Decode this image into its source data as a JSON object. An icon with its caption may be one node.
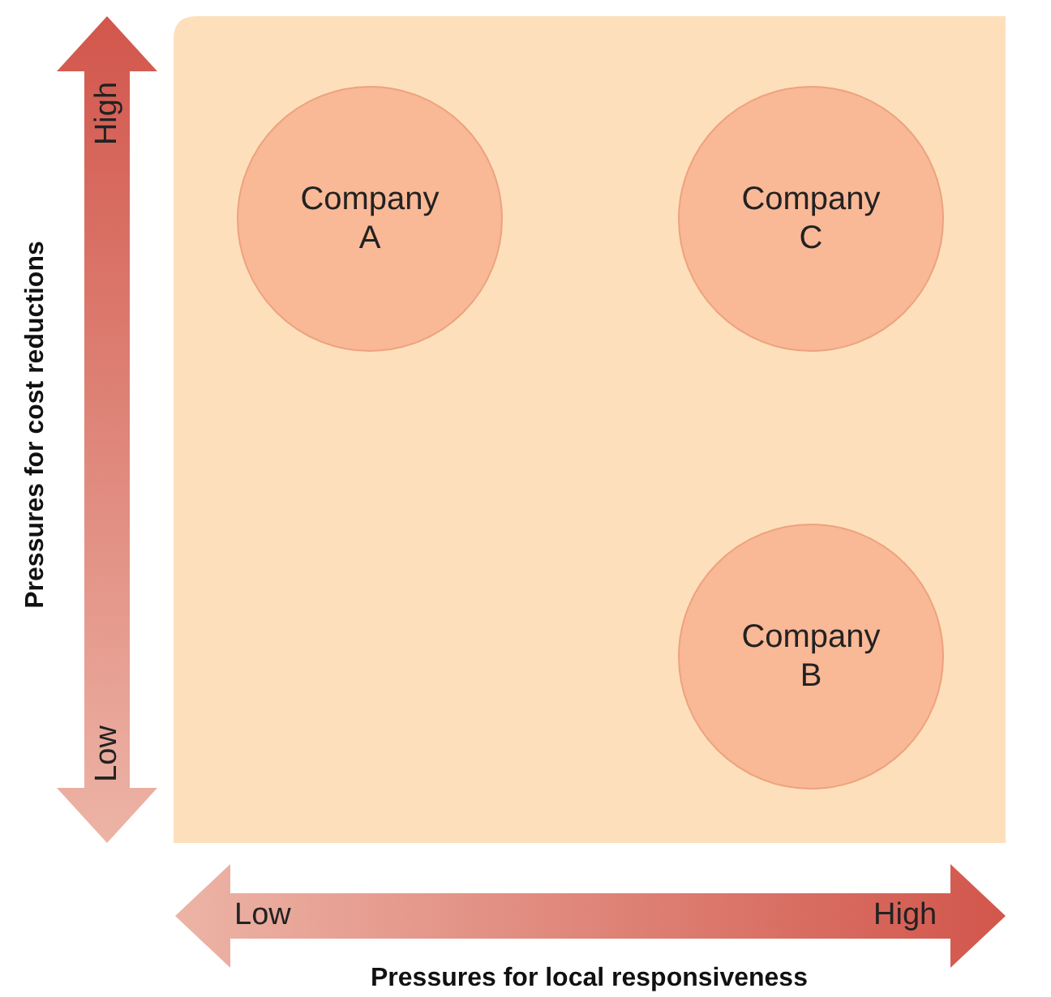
{
  "diagram": {
    "nodes": [
      {
        "text": [
          "Company A"
        ]
      },
      {
        "text": [
          "Company C"
        ]
      },
      {
        "text": [
          "Company B"
        ]
      }
    ],
    "labels": [
      "High",
      "Pressures for cost reductions",
      "Low",
      "Low",
      "High",
      "Pressures for local responsiveness"
    ]
  }
}
